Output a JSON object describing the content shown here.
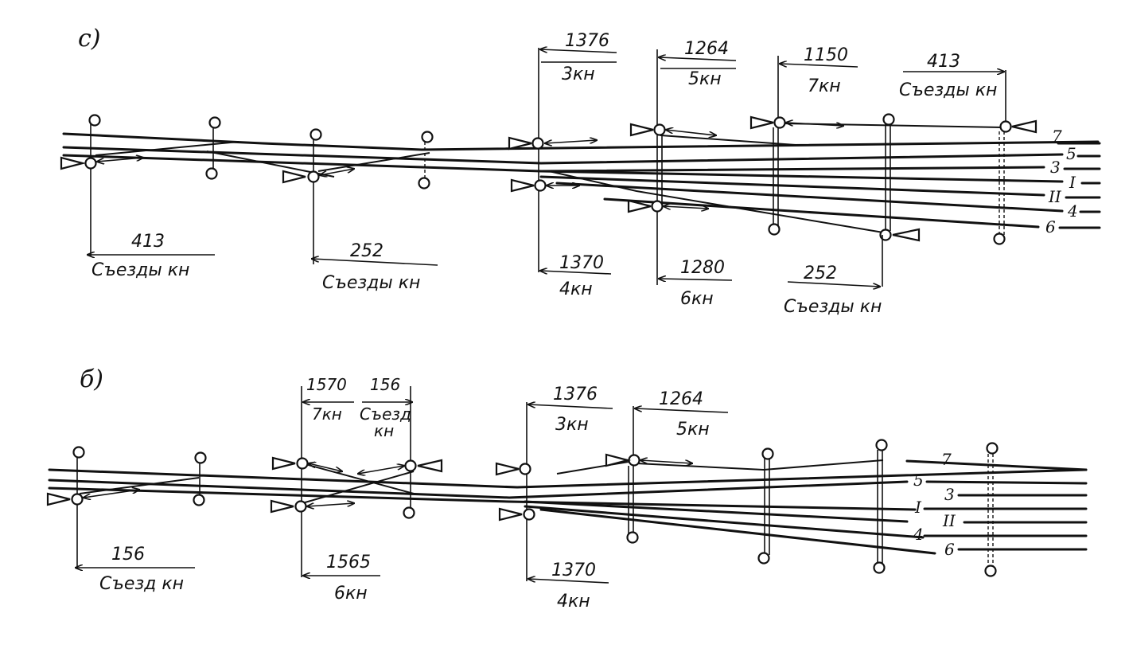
{
  "panel_a": {
    "label": "c)",
    "tracks": [
      "7",
      "5",
      "3",
      "I",
      "II",
      "4",
      "6"
    ],
    "routes": [
      {
        "num": "413",
        "txt": "Съезды кн"
      },
      {
        "num": "252",
        "txt": "Съезды кн"
      },
      {
        "num": "1376",
        "txt": "3кн"
      },
      {
        "num": "1370",
        "txt": "4кн"
      },
      {
        "num": "1264",
        "txt": "5кн"
      },
      {
        "num": "1280",
        "txt": "6кн"
      },
      {
        "num": "1150",
        "txt": "7кн"
      },
      {
        "num": "413",
        "txt": "Съезды кн"
      },
      {
        "num": "252",
        "txt": "Съезды кн"
      }
    ]
  },
  "panel_b": {
    "label": "б)",
    "tracks": [
      "7",
      "5",
      "3",
      "I",
      "II",
      "4",
      "6"
    ],
    "routes": [
      {
        "num": "156",
        "txt": "Съезд кн"
      },
      {
        "num": "1570",
        "txt": "7кн"
      },
      {
        "num": "156",
        "txt": "Съезд",
        "txt2": "кн"
      },
      {
        "num": "1565",
        "txt": "6кн"
      },
      {
        "num": "1376",
        "txt": "3кн"
      },
      {
        "num": "1370",
        "txt": "4кн"
      },
      {
        "num": "1264",
        "txt": "5кн"
      }
    ]
  }
}
